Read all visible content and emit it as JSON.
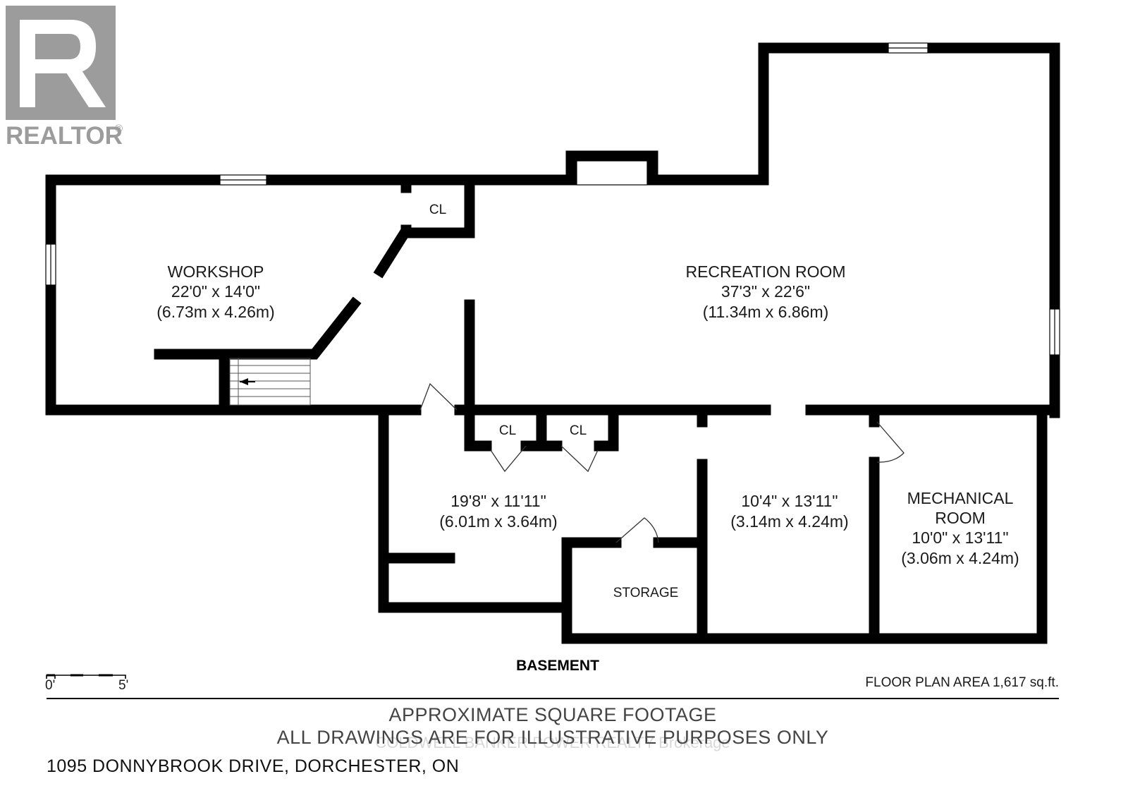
{
  "logo": {
    "text": "REALTOR",
    "mark": "®",
    "color": "#9c9c9c"
  },
  "rooms": {
    "workshop": {
      "name": "WORKSHOP",
      "imperial": "22'0\" x 14'0\"",
      "metric": "(6.73m x 4.26m)"
    },
    "recreation": {
      "name": "RECREATION ROOM",
      "imperial": "37'3\" x 22'6\"",
      "metric": "(11.34m x 6.86m)"
    },
    "room_left": {
      "imperial": "19'8\" x 11'11\"",
      "metric": "(6.01m x 3.64m)"
    },
    "room_middle": {
      "imperial": "10'4\" x 13'11\"",
      "metric": "(3.14m x 4.24m)"
    },
    "mechanical": {
      "name_line1": "MECHANICAL",
      "name_line2": "ROOM",
      "imperial": "10'0\" x 13'11\"",
      "metric": "(3.06m x 4.24m)"
    },
    "storage": {
      "name": "STORAGE"
    },
    "closet": {
      "label": "CL"
    }
  },
  "scale": {
    "start": "0'",
    "end": "5'"
  },
  "level": "BASEMENT",
  "area": "FLOOR PLAN AREA 1,617 sq.ft.",
  "disclaimer": {
    "line1": "APPROXIMATE SQUARE FOOTAGE",
    "line2": "ALL DRAWINGS ARE FOR ILLUSTRATIVE PURPOSES ONLY"
  },
  "watermark": "COLDWELL BANKER POWER REALTY Brokerage",
  "address": "1095 DONNYBROOK DRIVE, DORCHESTER, ON",
  "colors": {
    "wall": "#000000",
    "logo": "#9c9c9c",
    "footer_text": "#444444"
  }
}
